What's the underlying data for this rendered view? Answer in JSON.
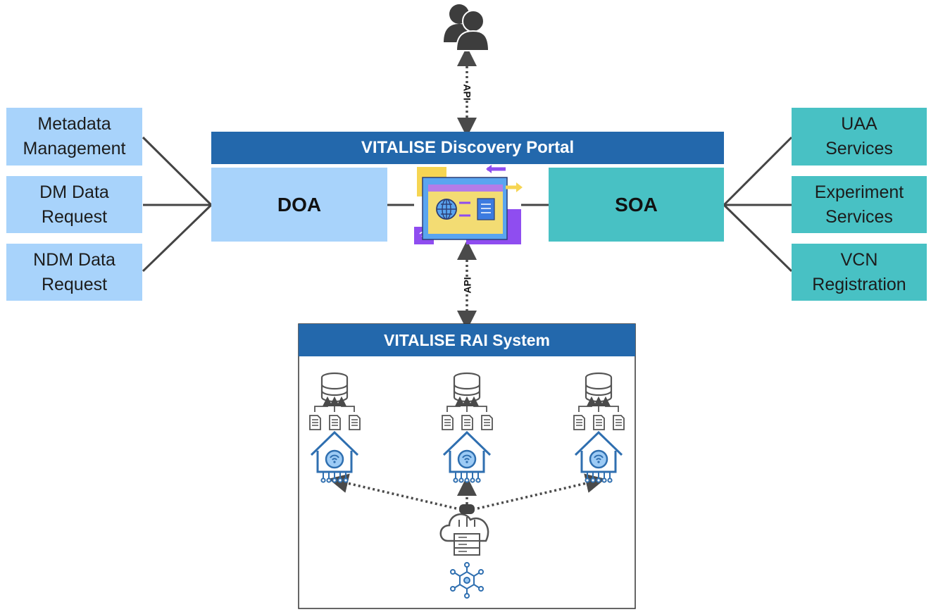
{
  "left_boxes": [
    {
      "label": "Metadata\nManagement"
    },
    {
      "label": "DM Data\nRequest"
    },
    {
      "label": "NDM Data\nRequest"
    }
  ],
  "right_boxes": [
    {
      "label": "UAA\nServices"
    },
    {
      "label": "Experiment\nServices"
    },
    {
      "label": "VCN\nRegistration"
    }
  ],
  "portal": {
    "title": "VITALISE Discovery Portal",
    "doa": "DOA",
    "soa": "SOA"
  },
  "api_labels": {
    "top": "API",
    "bottom": "API"
  },
  "rai": {
    "title": "VITALISE RAI System"
  },
  "icons": [
    "users-icon",
    "web-portal-icon",
    "database-icon",
    "document-icon",
    "smart-home-icon",
    "cloud-server-icon",
    "blockchain-icon"
  ],
  "colors": {
    "banner": "#2368ac",
    "left_box": "#a8d3fb",
    "right_box": "#48c1c4",
    "icon_blue": "#2f6fb0",
    "icon_gray": "#555555"
  }
}
